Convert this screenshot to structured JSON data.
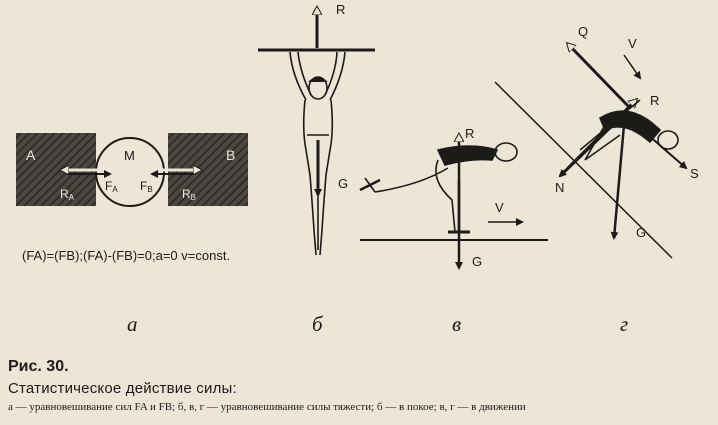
{
  "panels": {
    "a": {
      "block_a": "A",
      "block_b": "B",
      "body": "M",
      "ra": "R",
      "ra_sub": "A",
      "rb": "R",
      "rb_sub": "B",
      "fa": "F",
      "fa_sub": "A",
      "fb": "F",
      "fb_sub": "B",
      "equation": "(FA)=(FB);(FA)-(FB)=0;a=0  v=const.",
      "letter": "а"
    },
    "b": {
      "r": "R",
      "g": "G",
      "letter": "б"
    },
    "v": {
      "r": "R",
      "g": "G",
      "v": "V",
      "letter": "в"
    },
    "g": {
      "q": "Q",
      "v": "V",
      "r": "R",
      "n": "N",
      "s": "S",
      "g": "G",
      "letter": "г"
    }
  },
  "caption": {
    "title": "Рис. 30.",
    "main": "Статистическое действие силы:",
    "sub": "а — уравновешивание сил FA и FB; б, в, г — уравновешивание силы тяжести; б — в покое; в, г — в движении"
  }
}
